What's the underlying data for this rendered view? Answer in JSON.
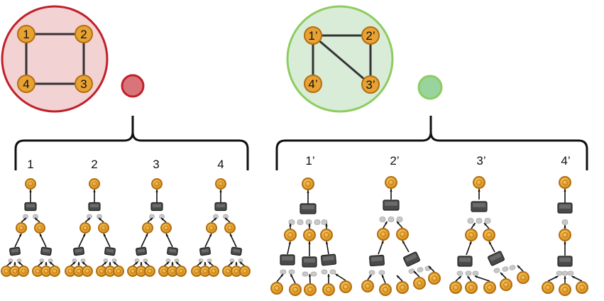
{
  "graphs": [
    {
      "name": "graph-a",
      "fill": "#f2d2d2",
      "stroke": "#c0202a",
      "small_fill": "#d9757a",
      "nodes": [
        {
          "id": "n1",
          "label": "1"
        },
        {
          "id": "n2",
          "label": "2"
        },
        {
          "id": "n4",
          "label": "4"
        },
        {
          "id": "n3",
          "label": "3"
        }
      ],
      "edges": [
        [
          "n1",
          "n2"
        ],
        [
          "n1",
          "n4"
        ],
        [
          "n2",
          "n3"
        ],
        [
          "n4",
          "n3"
        ]
      ]
    },
    {
      "name": "graph-b",
      "fill": "#d9ecd8",
      "stroke": "#8dcc60",
      "small_fill": "#99d39d",
      "nodes": [
        {
          "id": "m1",
          "label": "1’"
        },
        {
          "id": "m2",
          "label": "2’"
        },
        {
          "id": "m4",
          "label": "4’"
        },
        {
          "id": "m3",
          "label": "3’"
        }
      ],
      "edges": [
        [
          "m1",
          "m2"
        ],
        [
          "m1",
          "m4"
        ],
        [
          "m1",
          "m3"
        ],
        [
          "m2",
          "m3"
        ]
      ]
    }
  ],
  "left_tree_labels": [
    "1",
    "2",
    "3",
    "4"
  ],
  "right_tree_labels": [
    "1’",
    "2’",
    "3’",
    "4’"
  ],
  "colors": {
    "node_fill": "#e8a234",
    "node_stroke": "#b26f10",
    "agg_fill": "#4a4a4a",
    "connector": "#c8c8c8",
    "edge": "#333333",
    "brace": "#111111"
  }
}
